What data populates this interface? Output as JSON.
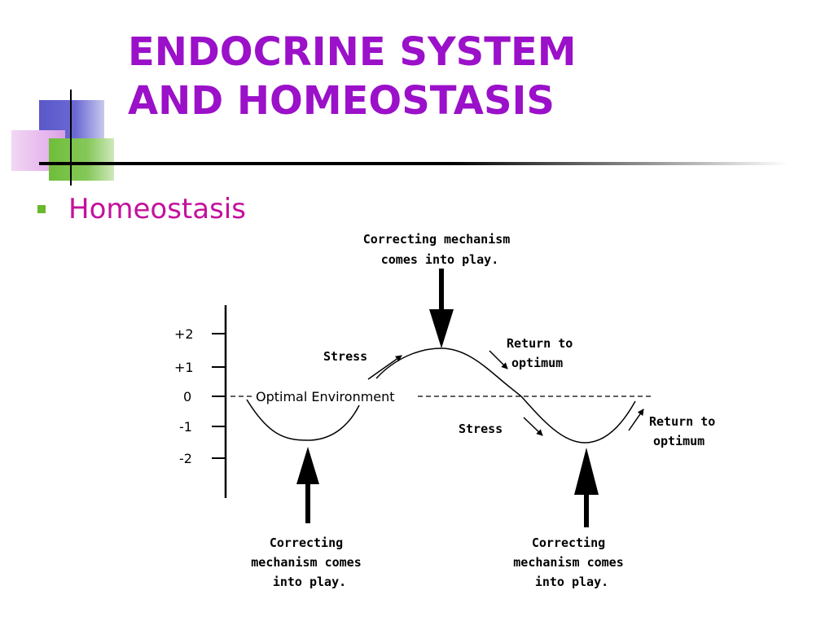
{
  "slide": {
    "title_lines": [
      "ENDOCRINE SYSTEM",
      "AND HOMEOSTASIS"
    ],
    "bullet": "Homeostasis",
    "colors": {
      "title": "#9b10c9",
      "bullet_text": "#c4119d",
      "bullet_marker": "#6ab82c"
    }
  },
  "diagram": {
    "y_ticks": [
      "+2",
      "+1",
      "0",
      "-1",
      "-2"
    ],
    "baseline_label": "Optimal Environment",
    "top_callout": [
      "Correcting mechanism",
      "comes into play."
    ],
    "stress_label_1": "Stress",
    "return_label_1": [
      "Return to",
      "optimum"
    ],
    "stress_label_2": "Stress",
    "return_label_2": [
      "Return to",
      "optimum"
    ],
    "bottom_callout_left": [
      "Correcting",
      "mechanism comes",
      "into play."
    ],
    "bottom_callout_right": [
      "Correcting",
      "mechanism comes",
      "into play."
    ]
  }
}
